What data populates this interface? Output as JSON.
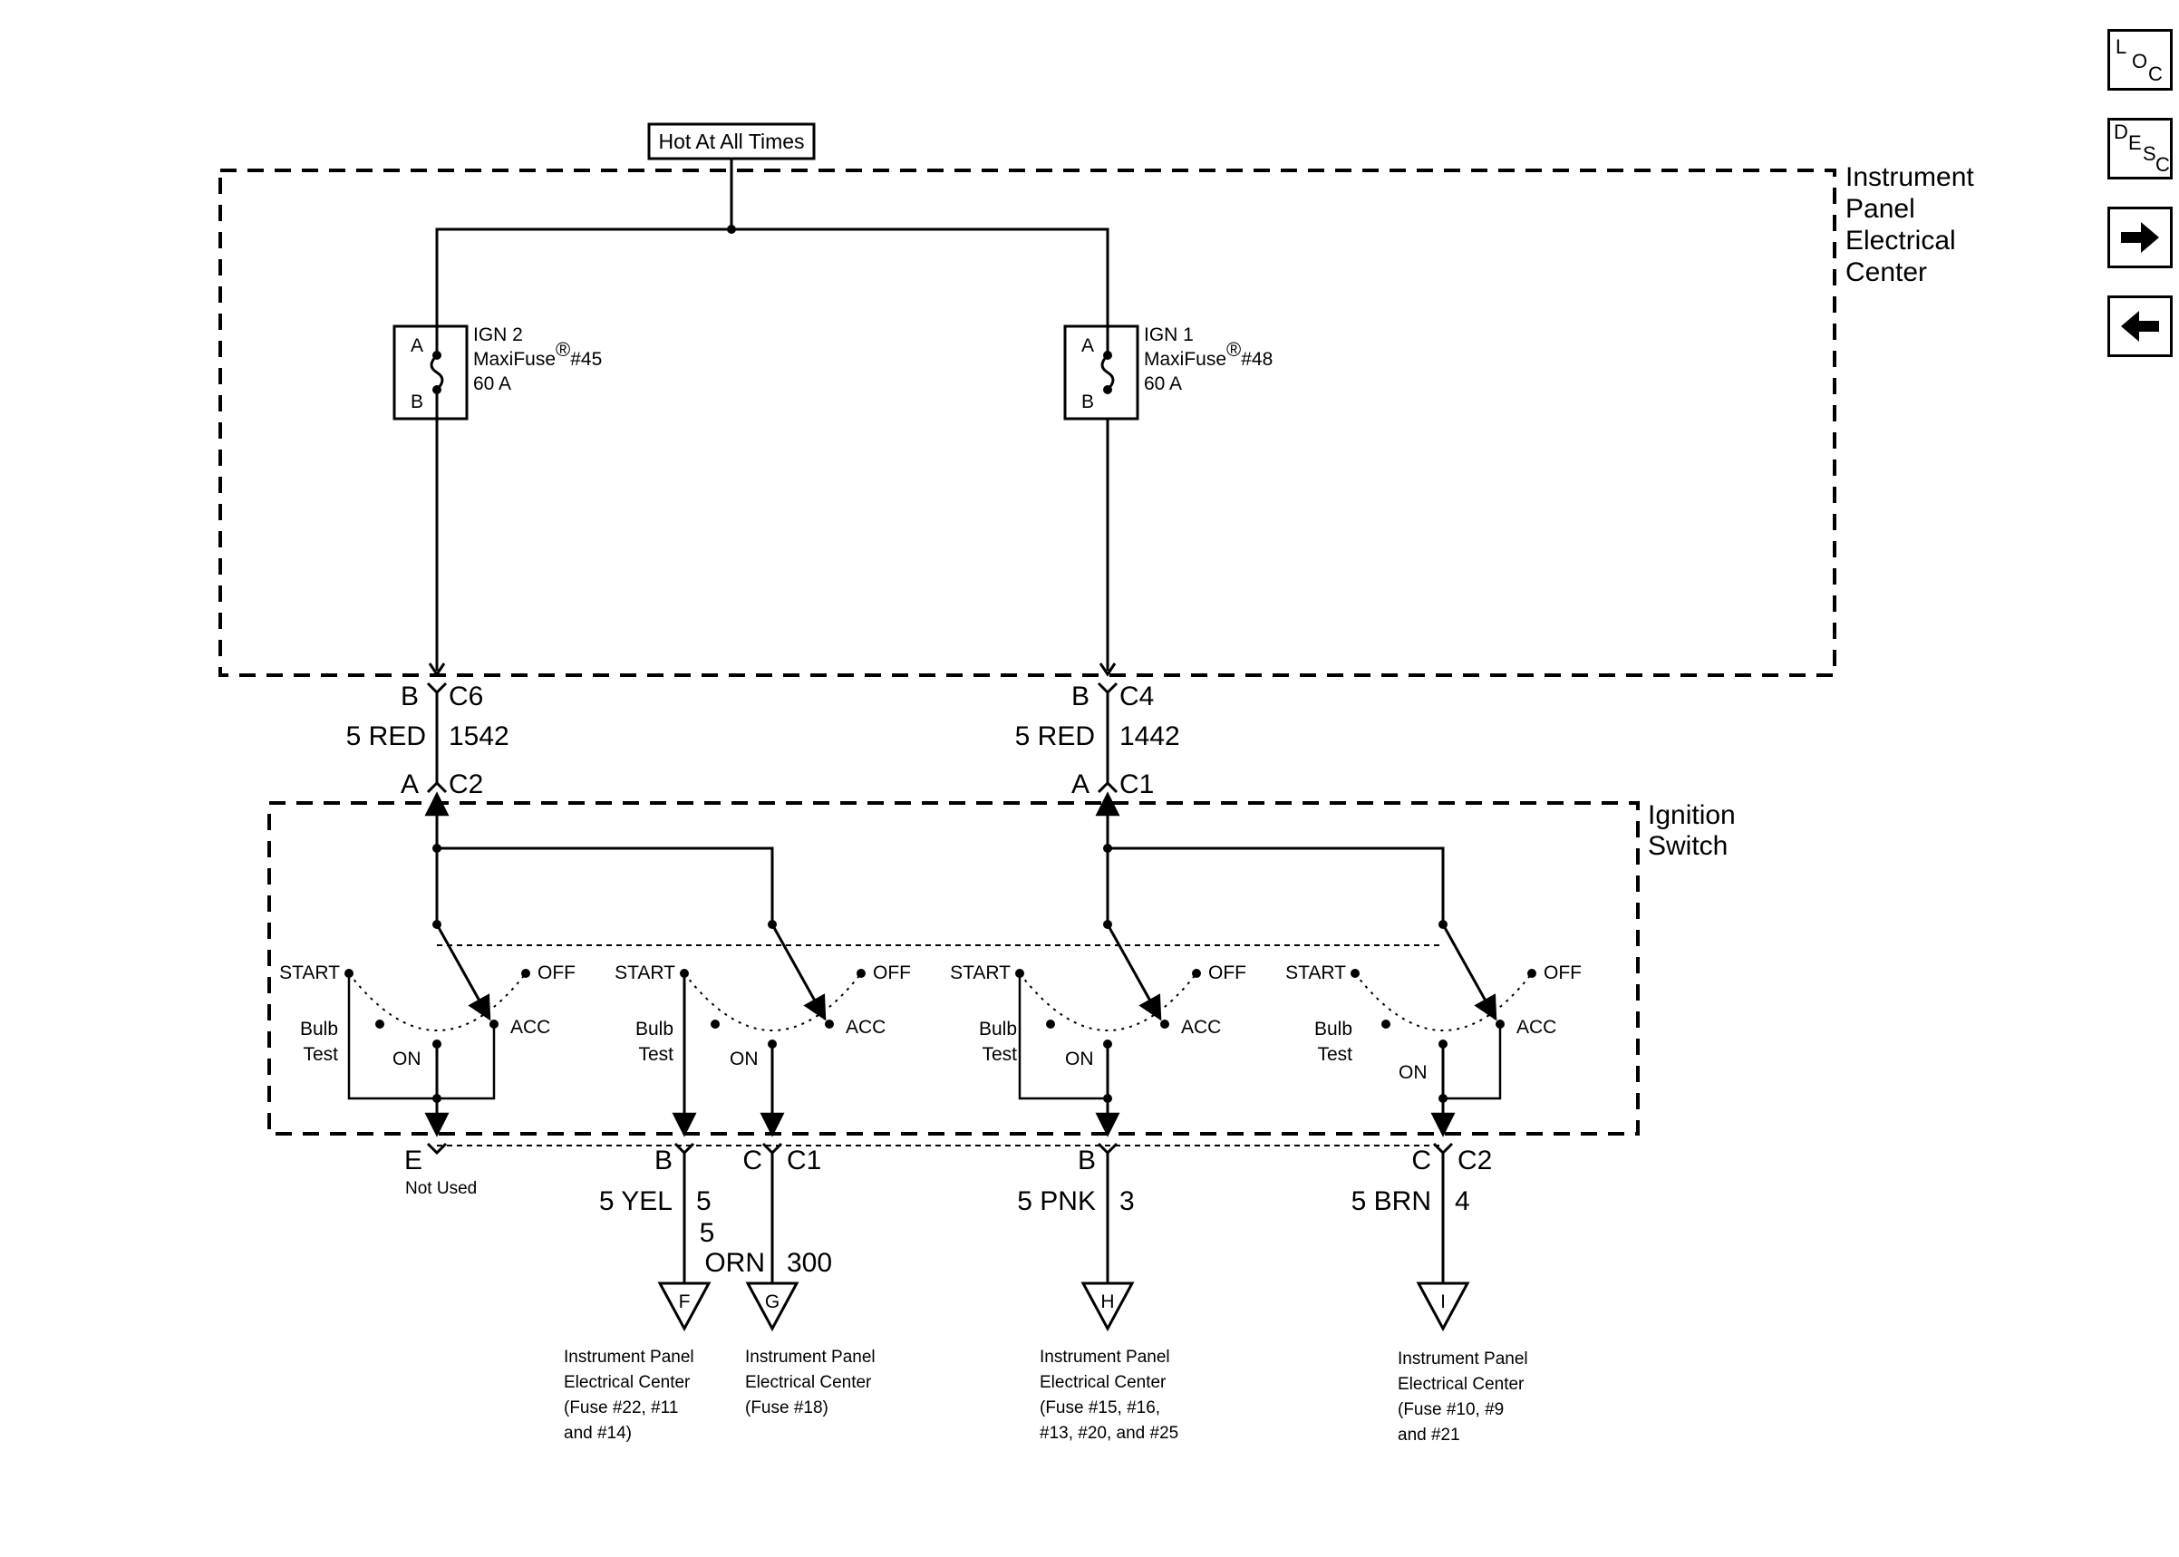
{
  "nav": {
    "loc": [
      "L",
      "O",
      "C"
    ],
    "desc": [
      "D",
      "E",
      "S",
      "C"
    ],
    "next_icon": "arrow-right-icon",
    "prev_icon": "arrow-left-icon"
  },
  "power_label": "Hot At All Times",
  "ipec_label": [
    "Instrument",
    "Panel",
    "Electrical",
    "Center"
  ],
  "ignition_label": [
    "Ignition",
    "Switch"
  ],
  "fuses": [
    {
      "name": "IGN 2",
      "type": "MaxiFuse",
      "reg": "®",
      "number": "#45",
      "rating": "60 A",
      "pin_a": "A",
      "pin_b": "B"
    },
    {
      "name": "IGN 1",
      "type": "MaxiFuse",
      "reg": "®",
      "number": "#48",
      "rating": "60 A",
      "pin_a": "A",
      "pin_b": "B"
    }
  ],
  "feed_wires": [
    {
      "top_pin": "B",
      "top_conn": "C6",
      "wire": "5 RED",
      "circuit": "1542",
      "bottom_pin": "A",
      "bottom_conn": "C2"
    },
    {
      "top_pin": "B",
      "top_conn": "C4",
      "wire": "5 RED",
      "circuit": "1442",
      "bottom_pin": "A",
      "bottom_conn": "C1"
    }
  ],
  "switch_positions": {
    "start": "START",
    "off": "OFF",
    "acc": "ACC",
    "on": "ON",
    "bulb": "Bulb",
    "test": "Test"
  },
  "outputs": {
    "e": {
      "pin": "E",
      "note": "Not Used"
    },
    "b1": {
      "pin": "B",
      "wire": "5 YEL",
      "circuit": "5"
    },
    "c1": {
      "pin": "C",
      "conn": "C1",
      "wire_a": "5",
      "wire_b": "ORN",
      "circuit": "300"
    },
    "b2": {
      "pin": "B",
      "wire": "5 PNK",
      "circuit": "3"
    },
    "c2": {
      "pin": "C",
      "conn": "C2",
      "wire": "5 BRN",
      "circuit": "4"
    }
  },
  "destinations": [
    {
      "letter": "F",
      "lines": [
        "Instrument Panel",
        "Electrical Center",
        "(Fuse #22, #11",
        "and #14)"
      ]
    },
    {
      "letter": "G",
      "lines": [
        "Instrument Panel",
        "Electrical Center",
        "(Fuse #18)"
      ]
    },
    {
      "letter": "H",
      "lines": [
        "Instrument Panel",
        "Electrical Center",
        "(Fuse #15, #16,",
        "#13, #20, and #25"
      ]
    },
    {
      "letter": "I",
      "lines": [
        "Instrument Panel",
        "Electrical Center",
        "(Fuse #10, #9",
        "and #21"
      ]
    }
  ]
}
